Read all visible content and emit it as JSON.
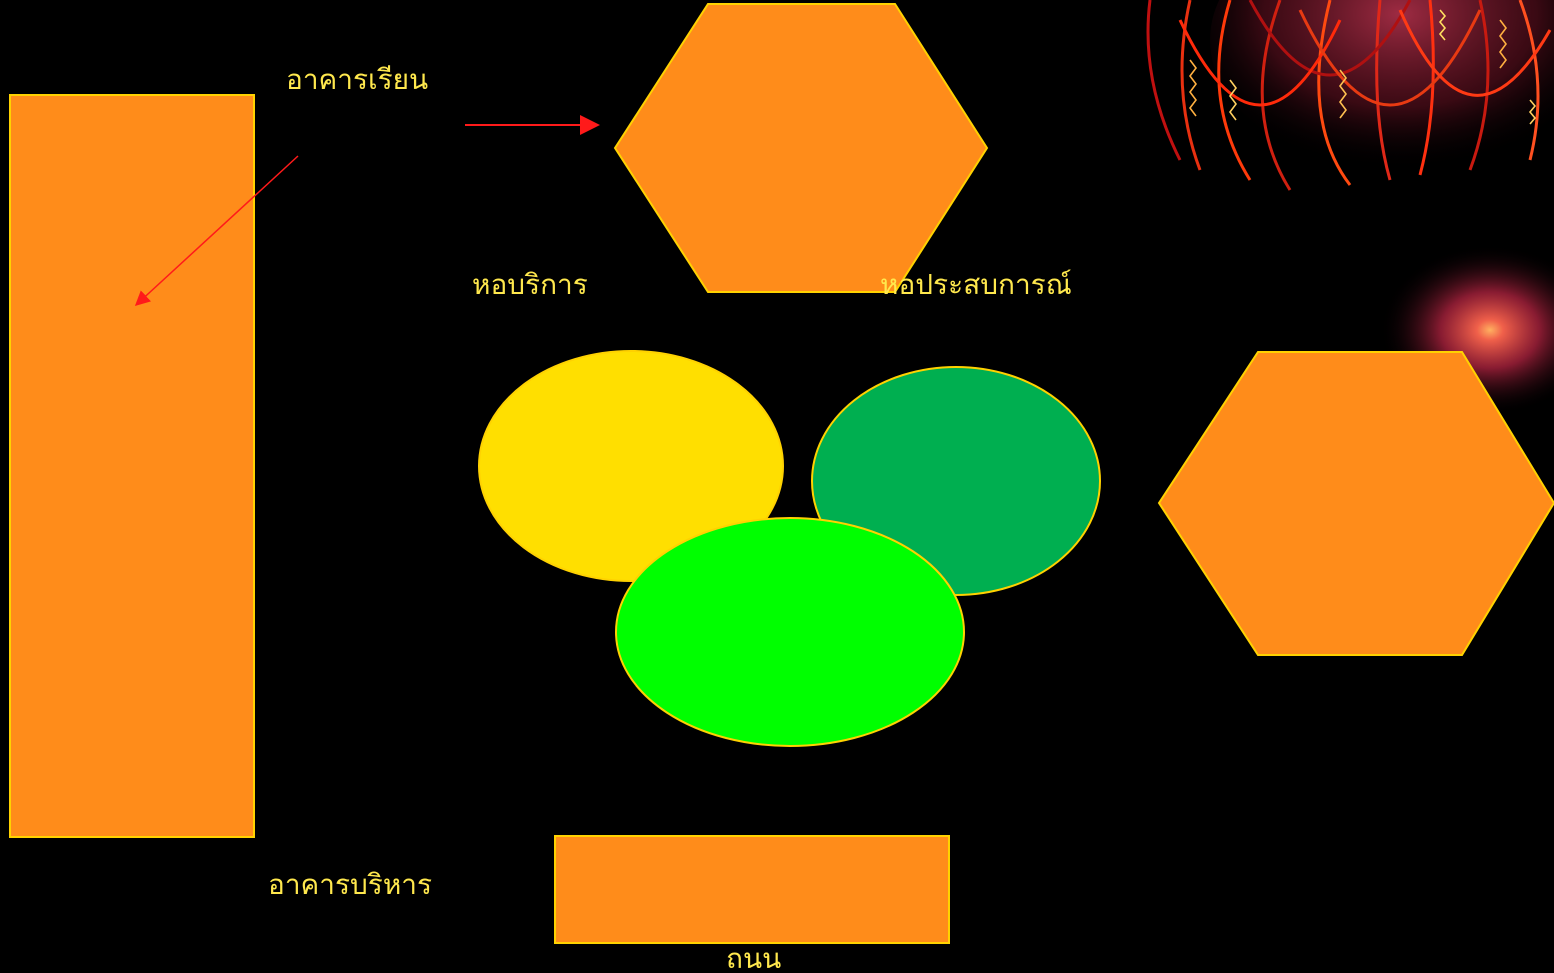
{
  "colors": {
    "background": "#000000",
    "building_fill": "#FF8C1A",
    "building_stroke": "#FFD200",
    "label_text": "#FFE84D",
    "arrow": "#FF1A1A",
    "ellipse_yellow": "#FFDF00",
    "ellipse_dark_green": "#00AF50",
    "ellipse_bright_green": "#00FF00",
    "decoration_red": "#E8200A"
  },
  "labels": {
    "classroom_building": "อาคารเรียน",
    "service_dorm": "หอบริการ",
    "experience_dorm": "หอประสบการณ์",
    "admin_building": "อาคารบริหาร",
    "road": "ถนน"
  },
  "decorations": {
    "top_right": "firework-burst",
    "right_glow": "radial-glow"
  }
}
